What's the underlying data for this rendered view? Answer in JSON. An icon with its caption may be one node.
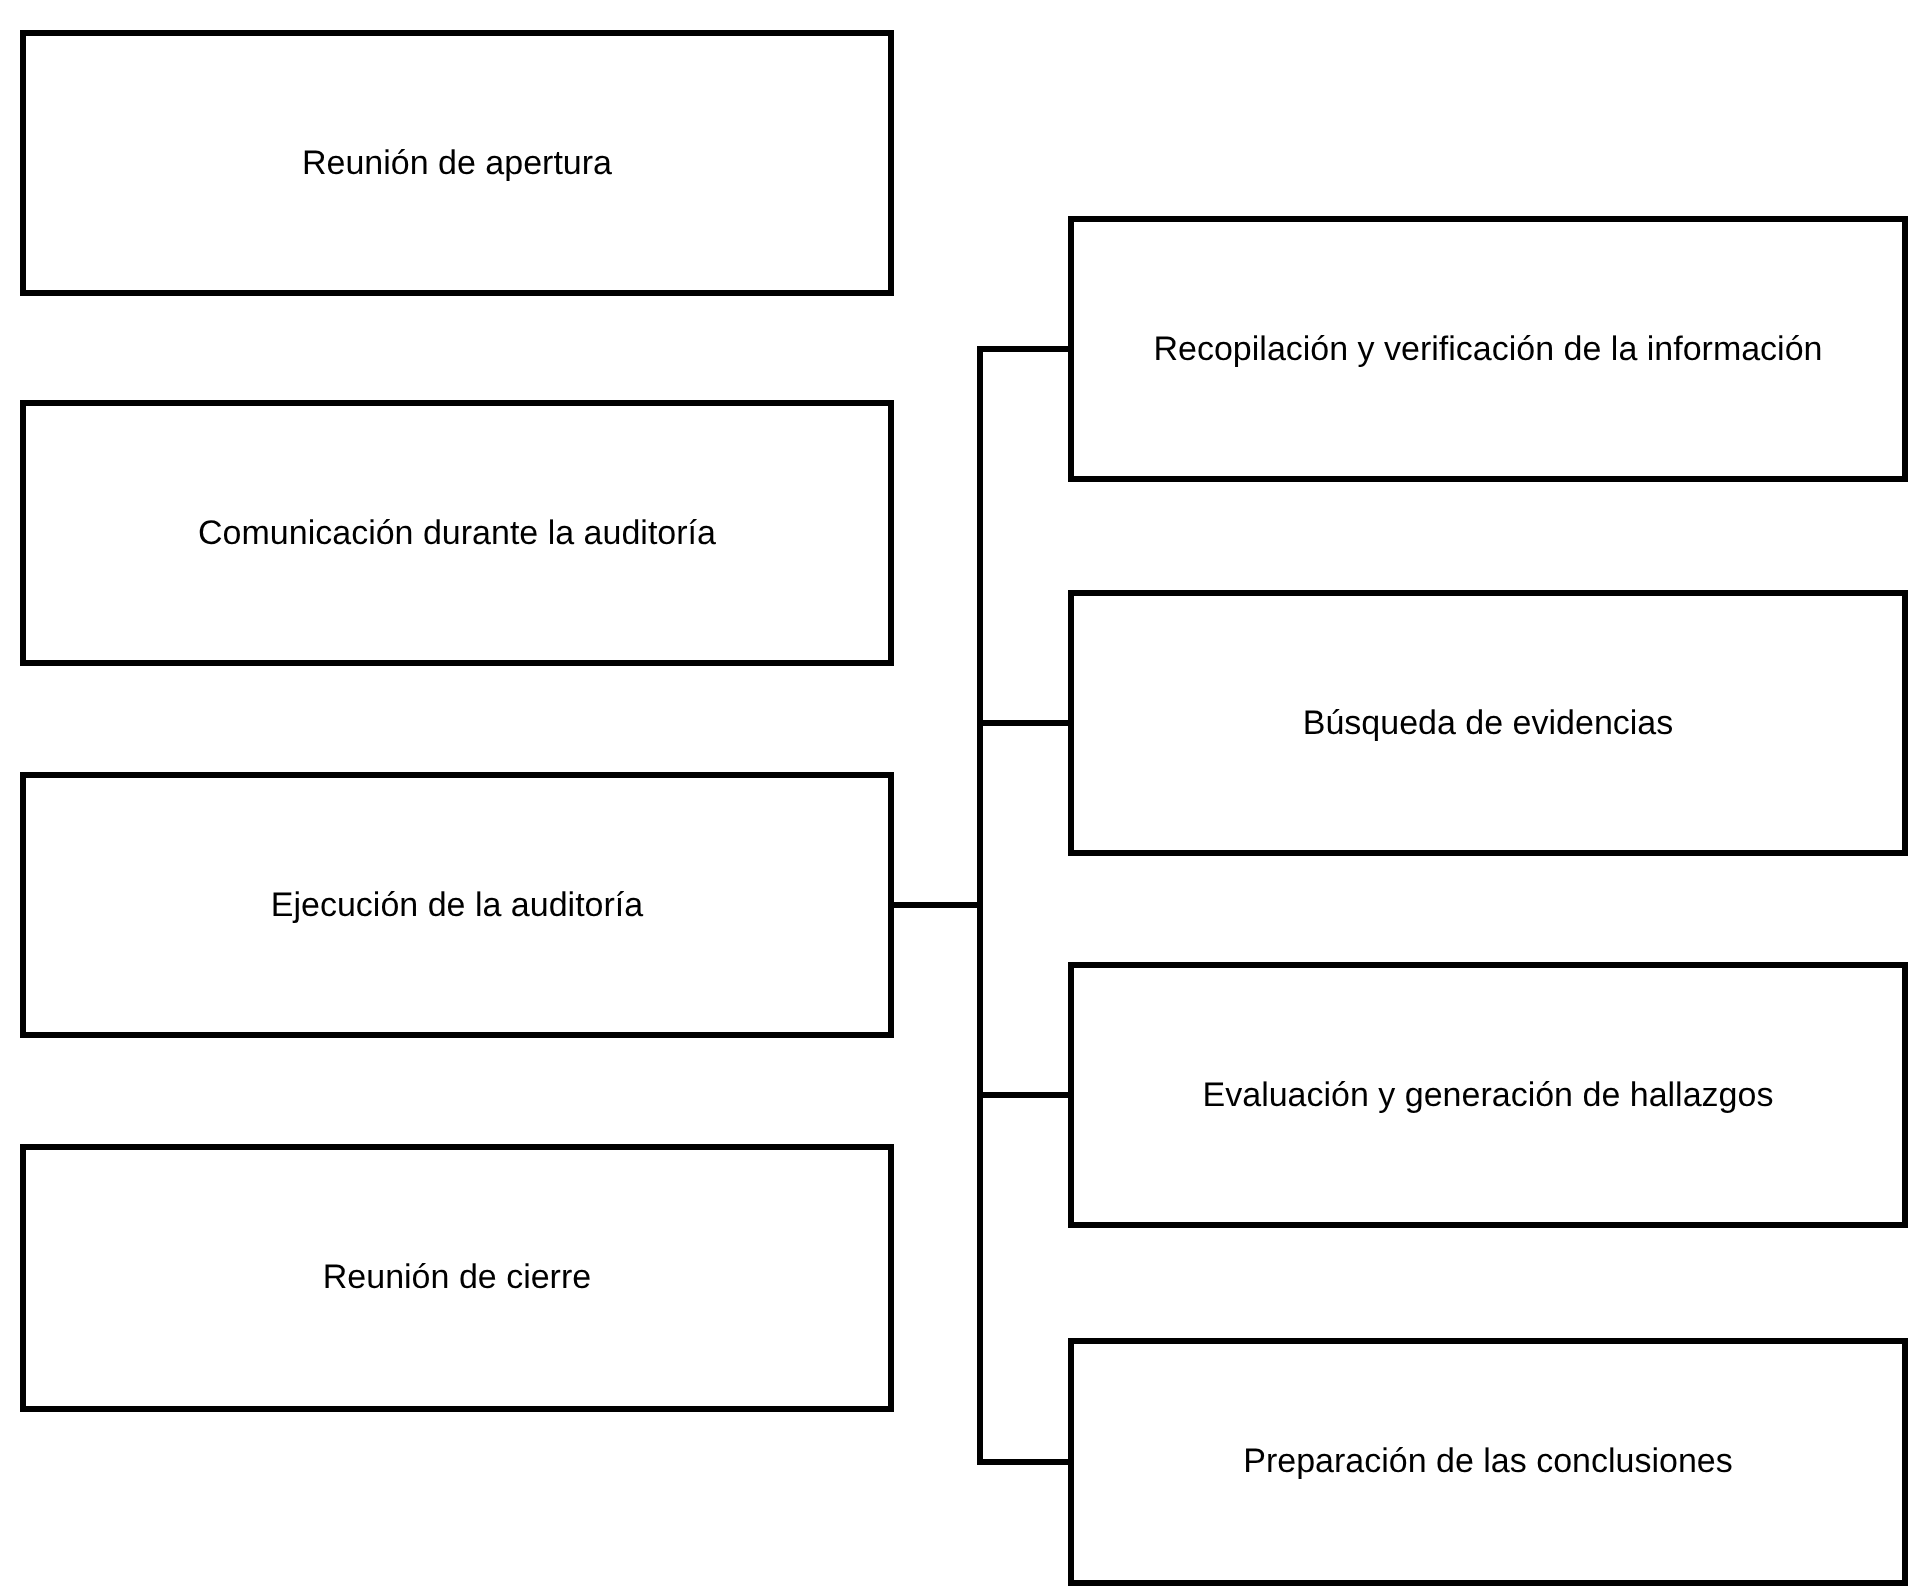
{
  "diagram": {
    "nodes": [
      {
        "text": [
          "Reunión de apertura"
        ]
      },
      {
        "text": [
          "Comunicación durante la auditoría"
        ]
      },
      {
        "text": [
          "Ejecución de la auditoría"
        ]
      },
      {
        "text": [
          "Reunión de cierre"
        ]
      },
      {
        "text": [
          "Recopilación y verificación de la información"
        ]
      },
      {
        "text": [
          "Búsqueda de evidencias"
        ]
      },
      {
        "text": [
          "Evaluación y generación de hallazgos"
        ]
      },
      {
        "text": [
          "Preparación de las conclusiones"
        ]
      }
    ],
    "edges": [
      {
        "from": 2,
        "to": 4,
        "arrow": "none"
      },
      {
        "from": 2,
        "to": 5,
        "arrow": "none"
      },
      {
        "from": 2,
        "to": 6,
        "arrow": "none"
      },
      {
        "from": 2,
        "to": 7,
        "arrow": "none"
      }
    ]
  }
}
